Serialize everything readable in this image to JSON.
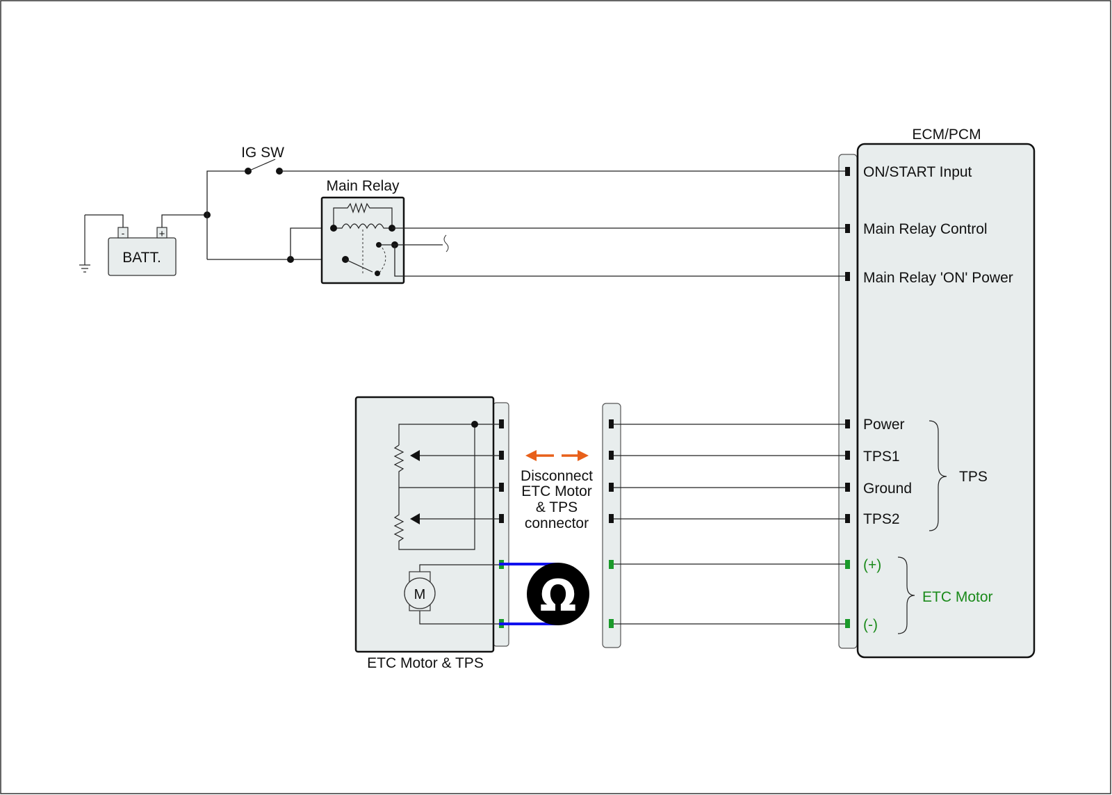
{
  "labels": {
    "ig_sw": "IG SW",
    "main_relay": "Main Relay",
    "battery": "BATT.",
    "battery_neg": "-",
    "battery_pos": "+",
    "ecm_title": "ECM/PCM",
    "etc_unit": "ETC Motor & TPS",
    "motor": "M",
    "ohm_symbol": "Ω",
    "disconnect_lines": [
      "Disconnect",
      "ETC Motor",
      "& TPS",
      "connector"
    ],
    "tps_group": "TPS",
    "etc_group": "ETC Motor"
  },
  "ecm_pins": [
    {
      "label": "ON/START Input",
      "kind": "normal"
    },
    {
      "label": "Main Relay Control",
      "kind": "normal"
    },
    {
      "label": "Main Relay 'ON' Power",
      "kind": "normal"
    },
    {
      "label": "Power",
      "kind": "normal"
    },
    {
      "label": "TPS1",
      "kind": "normal"
    },
    {
      "label": "Ground",
      "kind": "normal"
    },
    {
      "label": "TPS2",
      "kind": "normal"
    },
    {
      "label": "(+)",
      "kind": "green"
    },
    {
      "label": "(-)",
      "kind": "green"
    }
  ],
  "colors": {
    "panel_fill": "#e8eded",
    "motor_pin_green": "#1a9a2a",
    "motor_label_green": "#1a8a1a",
    "meter_lead_blue": "#1111ee",
    "disconnect_arrow_orange": "#e8601a"
  },
  "icons": {
    "ohmmeter": "ohm-meter-icon",
    "ground": "ground-icon",
    "motor": "motor-icon"
  }
}
